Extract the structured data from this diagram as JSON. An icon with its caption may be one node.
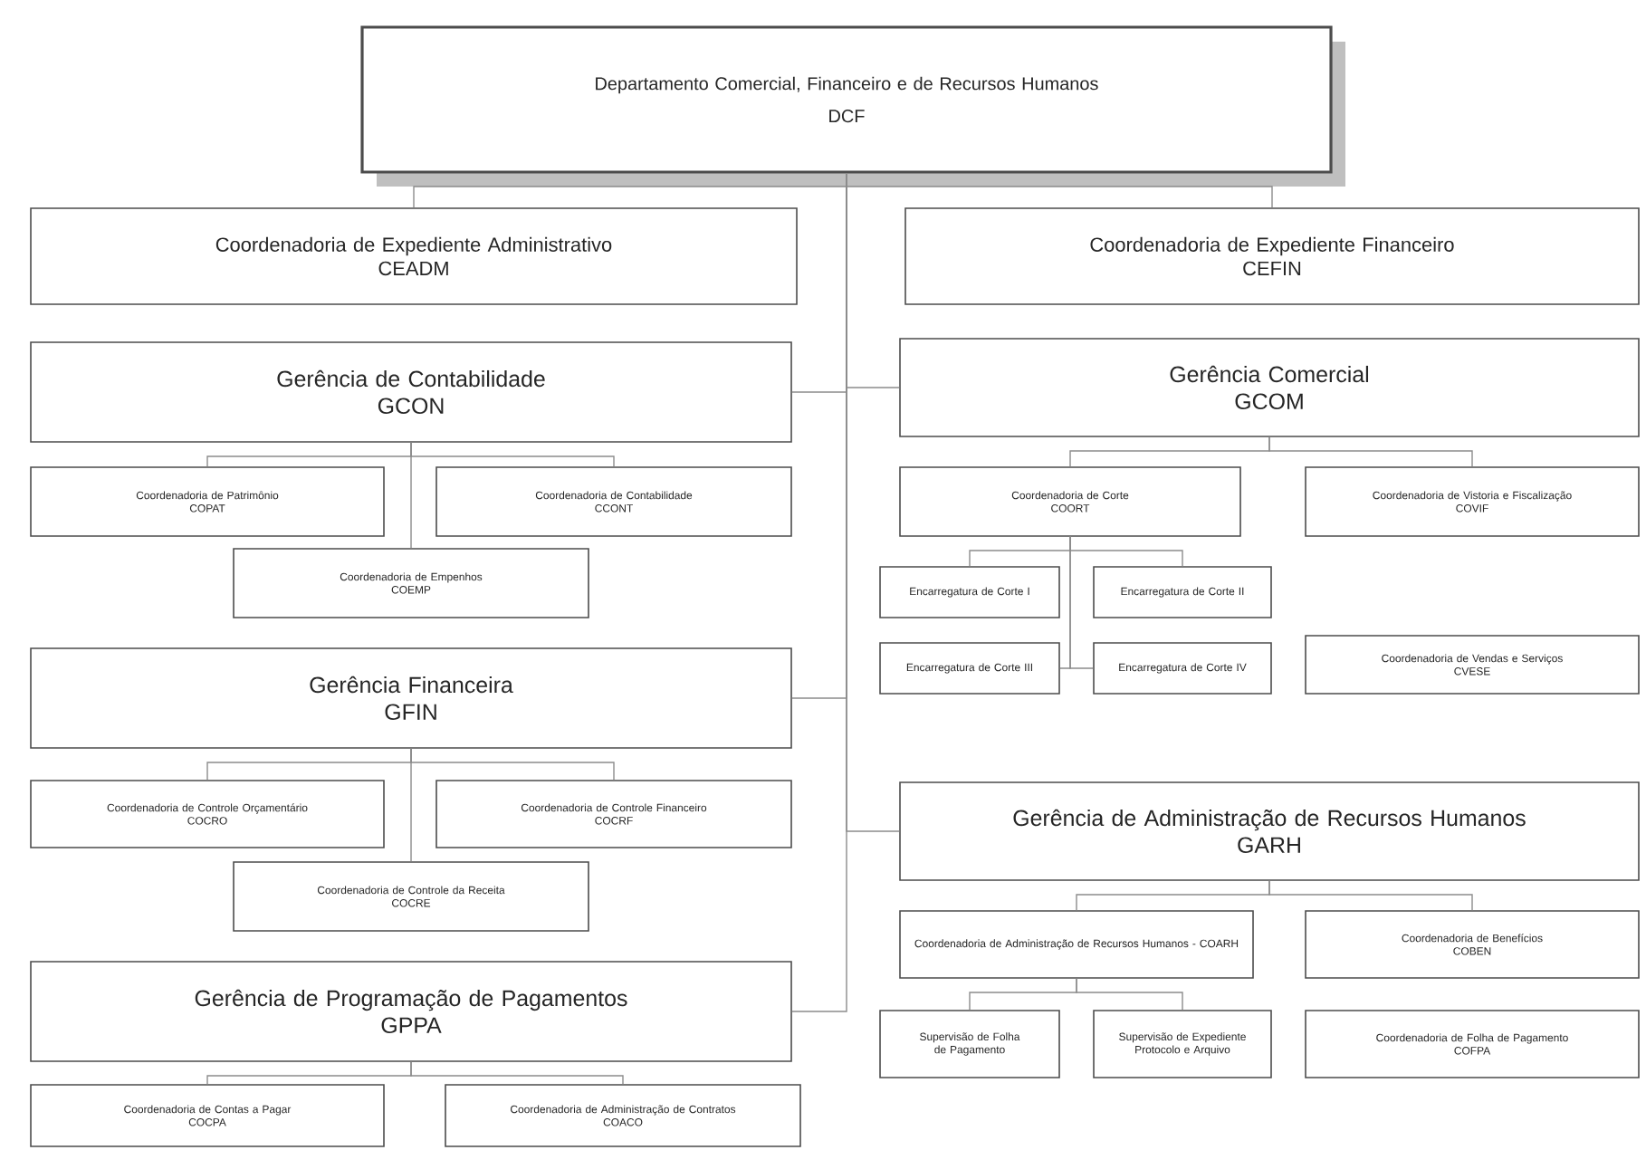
{
  "diagram": {
    "nodes": [
      {
        "text": [
          "Departamento Comercial, Financeiro e de Recursos Humanos",
          "DCF"
        ]
      },
      {
        "text": [
          "Coordenadoria de Expediente Administrativo",
          "CEADM"
        ]
      },
      {
        "text": [
          "Coordenadoria de Expediente Financeiro",
          "CEFIN"
        ]
      },
      {
        "text": [
          "Gerência de Contabilidade",
          "GCON"
        ]
      },
      {
        "text": [
          "Coordenadoria de Patrimônio",
          "COPAT"
        ]
      },
      {
        "text": [
          "Coordenadoria de Contabilidade",
          "CCONT"
        ]
      },
      {
        "text": [
          "Coordenadoria de Empenhos",
          "COEMP"
        ]
      },
      {
        "text": [
          "Gerência Financeira",
          "GFIN"
        ]
      },
      {
        "text": [
          "Coordenadoria de Controle Orçamentário",
          "COCRO"
        ]
      },
      {
        "text": [
          "Coordenadoria de Controle Financeiro",
          "COCRF"
        ]
      },
      {
        "text": [
          "Coordenadoria de Controle da Receita",
          "COCRE"
        ]
      },
      {
        "text": [
          "Gerência de Programação de Pagamentos",
          "GPPA"
        ]
      },
      {
        "text": [
          "Coordenadoria de Contas a Pagar",
          "COCPA"
        ]
      },
      {
        "text": [
          "Coordenadoria de Administração de Contratos",
          "COACO"
        ]
      },
      {
        "text": [
          "Gerência Comercial",
          "GCOM"
        ]
      },
      {
        "text": [
          "Coordenadoria de Corte",
          "COORT"
        ]
      },
      {
        "text": [
          "Coordenadoria de Vistoria e Fiscalização",
          "COVIF"
        ]
      },
      {
        "text": [
          "Encarregatura de Corte I"
        ]
      },
      {
        "text": [
          "Encarregatura de Corte II"
        ]
      },
      {
        "text": [
          "Encarregatura de Corte III"
        ]
      },
      {
        "text": [
          "Encarregatura de Corte IV"
        ]
      },
      {
        "text": [
          "Coordenadoria de Vendas e Serviços",
          "CVESE"
        ]
      },
      {
        "text": [
          "Gerência de Administração de Recursos Humanos",
          "GARH"
        ]
      },
      {
        "text": [
          "Coordenadoria de Administração de Recursos Humanos - COARH"
        ]
      },
      {
        "text": [
          "Coordenadoria de Benefícios",
          "COBEN"
        ]
      },
      {
        "text": [
          "Supervisão de Folha de Pagamento"
        ]
      },
      {
        "text": [
          "Supervisão de Expediente Protocolo e Arquivo"
        ]
      },
      {
        "text": [
          "Coordenadoria de Folha de Pagamento",
          "COFPA"
        ]
      }
    ],
    "edges": [
      {
        "from": 0,
        "to": 1,
        "arrow": "none"
      },
      {
        "from": 0,
        "to": 2,
        "arrow": "none"
      },
      {
        "from": 0,
        "to": 3,
        "arrow": "none"
      },
      {
        "from": 0,
        "to": 14,
        "arrow": "none"
      },
      {
        "from": 0,
        "to": 7,
        "arrow": "none"
      },
      {
        "from": 0,
        "to": 22,
        "arrow": "none"
      },
      {
        "from": 0,
        "to": 11,
        "arrow": "none"
      },
      {
        "from": 3,
        "to": 4,
        "arrow": "none"
      },
      {
        "from": 3,
        "to": 5,
        "arrow": "none"
      },
      {
        "from": 3,
        "to": 6,
        "arrow": "none"
      },
      {
        "from": 7,
        "to": 8,
        "arrow": "none"
      },
      {
        "from": 7,
        "to": 9,
        "arrow": "none"
      },
      {
        "from": 7,
        "to": 10,
        "arrow": "none"
      },
      {
        "from": 11,
        "to": 12,
        "arrow": "none"
      },
      {
        "from": 11,
        "to": 13,
        "arrow": "none"
      },
      {
        "from": 14,
        "to": 15,
        "arrow": "none"
      },
      {
        "from": 14,
        "to": 16,
        "arrow": "none"
      },
      {
        "from": 15,
        "to": 17,
        "arrow": "none"
      },
      {
        "from": 15,
        "to": 18,
        "arrow": "none"
      },
      {
        "from": 15,
        "to": 19,
        "arrow": "none"
      },
      {
        "from": 15,
        "to": 20,
        "arrow": "none"
      },
      {
        "from": 22,
        "to": 23,
        "arrow": "none"
      },
      {
        "from": 22,
        "to": 24,
        "arrow": "none"
      },
      {
        "from": 23,
        "to": 25,
        "arrow": "none"
      },
      {
        "from": 23,
        "to": 26,
        "arrow": "none"
      }
    ]
  }
}
